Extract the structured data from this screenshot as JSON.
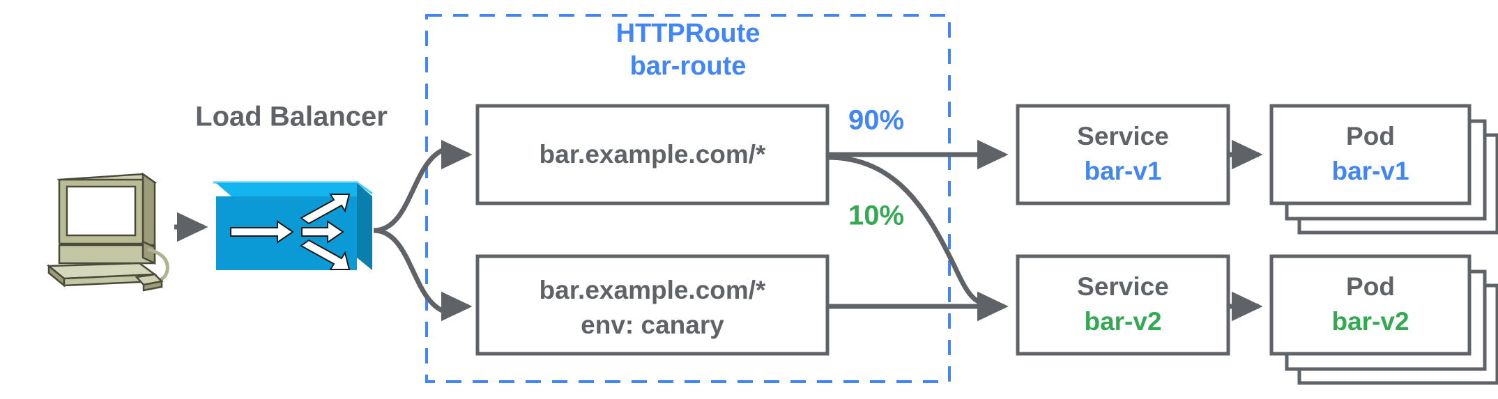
{
  "diagram": {
    "title_region": {
      "kind": "HTTPRoute",
      "name": "bar-route",
      "color": "#4285f4"
    },
    "client": {
      "icon": "workstation-icon"
    },
    "load_balancer": {
      "label": "Load Balancer",
      "icon": "load-balancer-icon",
      "color": "#0b9ad6"
    },
    "rules": [
      {
        "id": "rule-1",
        "line1": "bar.example.com/*",
        "line2": ""
      },
      {
        "id": "rule-2",
        "line1": "bar.example.com/*",
        "line2": "env: canary"
      }
    ],
    "weights": [
      {
        "id": "weight-90",
        "value": "90%",
        "color": "#4285f4"
      },
      {
        "id": "weight-10",
        "value": "10%",
        "color": "#34a853"
      }
    ],
    "services": [
      {
        "id": "service-bar-v1",
        "kind": "Service",
        "name": "bar-v1",
        "color": "#4285f4"
      },
      {
        "id": "service-bar-v2",
        "kind": "Service",
        "name": "bar-v2",
        "color": "#34a853"
      }
    ],
    "pods": [
      {
        "id": "pod-bar-v1",
        "kind": "Pod",
        "name": "bar-v1",
        "color": "#4285f4",
        "replicas": 3
      },
      {
        "id": "pod-bar-v2",
        "kind": "Pod",
        "name": "bar-v2",
        "color": "#34a853",
        "replicas": 3
      }
    ],
    "palette": {
      "gray_text": "#5f6368",
      "blue": "#4285f4",
      "green": "#34a853",
      "lb_blue": "#0b9ad6",
      "background": "#ffffff"
    }
  }
}
